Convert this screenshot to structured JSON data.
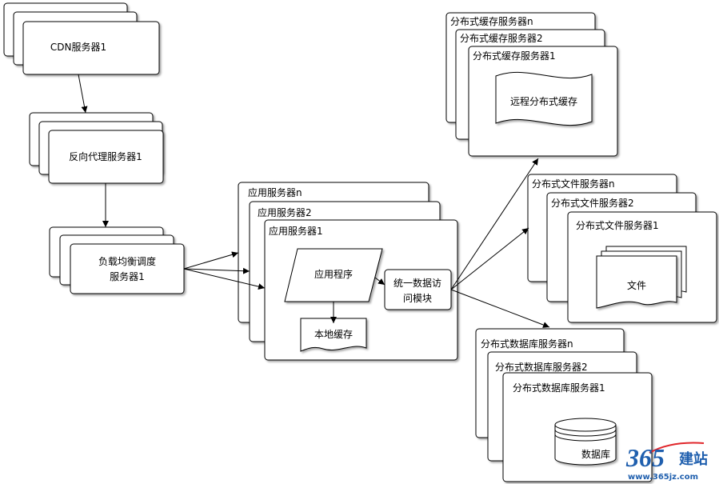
{
  "cdn": {
    "front": "CDN服务器1"
  },
  "proxy": {
    "front": "反向代理服务器1"
  },
  "lb": {
    "line1": "负载均衡调度",
    "line2": "服务器1"
  },
  "app": {
    "back": "应用服务器n",
    "mid": "应用服务器2",
    "front": "应用服务器1",
    "program": "应用程序",
    "local_cache": "本地缓存",
    "data_access_line1": "统一数据访",
    "data_access_line2": "问模块"
  },
  "cache": {
    "back": "分布式缓存服务器n",
    "mid": "分布式缓存服务器2",
    "front": "分布式缓存服务器1",
    "content": "远程分布式缓存"
  },
  "file": {
    "back": "分布式文件服务器n",
    "mid": "分布式文件服务器2",
    "front": "分布式文件服务器1",
    "content": "文件"
  },
  "db": {
    "back": "分布式数据库服务器n",
    "mid": "分布式数据库服务器2",
    "front": "分布式数据库服务器1",
    "content": "数据库"
  },
  "watermark": {
    "number": "365",
    "name": "建站",
    "url": "www.365jz.com"
  }
}
